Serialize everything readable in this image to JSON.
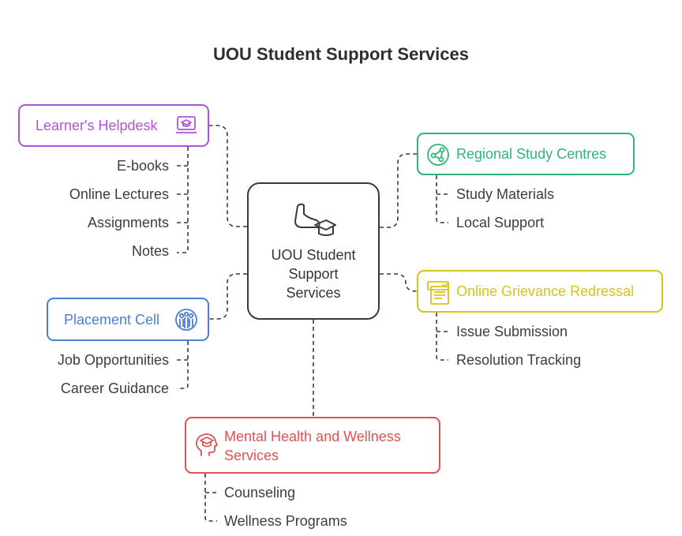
{
  "title": "UOU Student Support Services",
  "center": {
    "lines": [
      "UOU Student",
      "Support",
      "Services"
    ],
    "icon": "student-arm-graduation-cap-icon"
  },
  "branches": {
    "helpdesk": {
      "label": "Learner's Helpdesk",
      "color": "#b053d8",
      "icon": "laptop-graduation-icon",
      "items": [
        "E-books",
        "Online Lectures",
        "Assignments",
        "Notes"
      ]
    },
    "regional": {
      "label": "Regional Study Centres",
      "color": "#2fb57a",
      "icon": "network-nodes-icon",
      "items": [
        "Study Materials",
        "Local Support"
      ]
    },
    "grievance": {
      "label": "Online Grievance Redressal",
      "color": "#d9c21a",
      "icon": "document-form-icon",
      "items": [
        "Issue Submission",
        "Resolution Tracking"
      ]
    },
    "placement": {
      "label": "Placement Cell",
      "color": "#4a7fd6",
      "icon": "people-group-icon",
      "items": [
        "Job Opportunities",
        "Career Guidance"
      ]
    },
    "wellness": {
      "label_lines": [
        "Mental Health and Wellness",
        "Services"
      ],
      "color": "#e05252",
      "icon": "head-graduation-icon",
      "items": [
        "Counseling",
        "Wellness Programs"
      ]
    }
  }
}
